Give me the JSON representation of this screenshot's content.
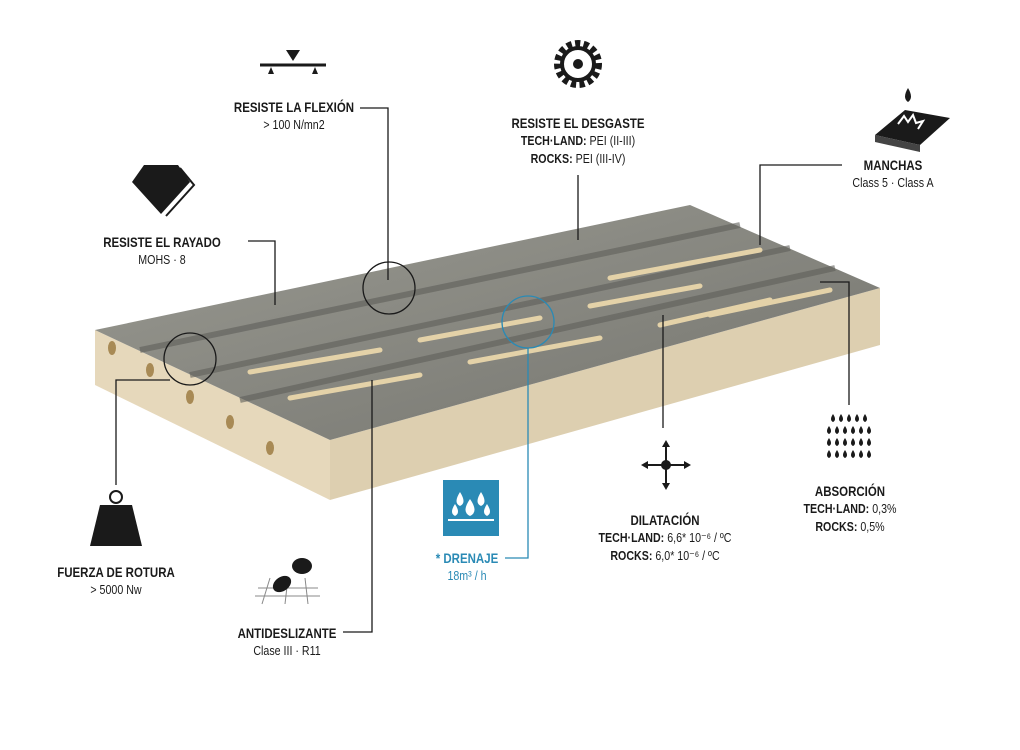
{
  "labels": {
    "flexion": {
      "title": "RESISTE LA FLEXIÓN",
      "value": "> 100 N/mn2"
    },
    "desgaste": {
      "title": "RESISTE EL DESGASTE",
      "line1_key": "TECH·LAND:",
      "line1_val": "PEI (II-III)",
      "line2_key": "ROCKS:",
      "line2_val": "PEI (III-IV)"
    },
    "manchas": {
      "title": "MANCHAS",
      "value": "Class 5 · Class A"
    },
    "rayado": {
      "title": "RESISTE EL RAYADO",
      "value": "MOHS · 8"
    },
    "absorcion": {
      "title": "ABSORCIÓN",
      "line1_key": "TECH·LAND:",
      "line1_val": "0,3%",
      "line2_key": "ROCKS:",
      "line2_val": "0,5%"
    },
    "dilatacion": {
      "title": "DILATACIÓN",
      "line1_key": "TECH·LAND:",
      "line1_val": "6,6* 10⁻⁶ / ºC",
      "line2_key": "ROCKS:",
      "line2_val": "6,0* 10⁻⁶ / ºC"
    },
    "drenaje": {
      "title": "* DRENAJE",
      "value": "18m³ / h"
    },
    "rotura": {
      "title": "FUERZA DE ROTURA",
      "value": "> 5000 Nw"
    },
    "antideslizante": {
      "title": "ANTIDESLIZANTE",
      "value": "Clase III · R11"
    }
  },
  "icons": [
    "flexion-icon",
    "gear-icon",
    "stain-icon",
    "diamond-icon",
    "drops-icon",
    "arrows-icon",
    "drainage-icon",
    "weight-icon",
    "footprint-icon"
  ],
  "colors": {
    "accent": "#2a8ab5",
    "text": "#1a1a1a",
    "stone": "#8a8a84",
    "base": "#e9dcc0"
  }
}
